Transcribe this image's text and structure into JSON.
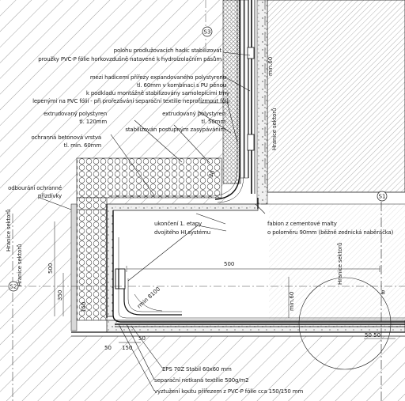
{
  "labels": {
    "l1": "polohu prodlužovacích hadic stabilizovat",
    "l2": "proužky PVC-P fólie horkovzdušně natavené k hydroizolačním pásům",
    "l3": "mezi hadicemi přířezy expandovaného polystyrenu",
    "l4": "tl. 60mm v kombinaci s PU pěnou",
    "l5": "k podkladu montážně stabilizovány samolepícími trny",
    "l6": "lepenými na PVC fólii - při prořezávání separační textilie neprořízmout fólii",
    "l7": "extrudovaný polystyren",
    "l8": "tl. 120mm",
    "l9": "extrudovaný polystyren",
    "l10": "tl. 50mm",
    "l11": "stabilizován postupným zasypáváním",
    "l12": "ochranná betonová vrstva",
    "l13": "tl. min. 60mm",
    "l14": "odbourání ochranné",
    "l15": "přizdívky",
    "l16": "ukončení 1. etapy",
    "l17": "dvojitého HI systému",
    "l18": "fabion z cementové malty",
    "l19": "o poloměru 90mm (běžně zednická naběračka)",
    "l20": "EPS 70Z Stabil 60x60 mm",
    "l21": "separační netkaná textilie 500g/m2",
    "l22": "vyztužení koutu přířezem z PVC-P fólie cca 150/150 mm",
    "hranice1": "Hranice sektorů",
    "hranice2": "Hranice sektorů",
    "hranice3": "Hranice sektorů",
    "hranice4": "Hranice sektorů"
  },
  "dims": {
    "d500": "500",
    "d500v": "500",
    "d350": "350",
    "d150v": "150",
    "d50a": "50",
    "d150": "150",
    "d50b": "50",
    "d5050": "50 50",
    "rmin": "rmin 8100",
    "min60": "min.60",
    "min60b": "min.60",
    "d30": "30"
  },
  "markers": {
    "s1": "S1",
    "s2": "S2",
    "s3": "S3",
    "b": "B"
  },
  "colors": {
    "line": "#1a1a1a",
    "hatch": "#555555",
    "membrane": "#111111"
  }
}
